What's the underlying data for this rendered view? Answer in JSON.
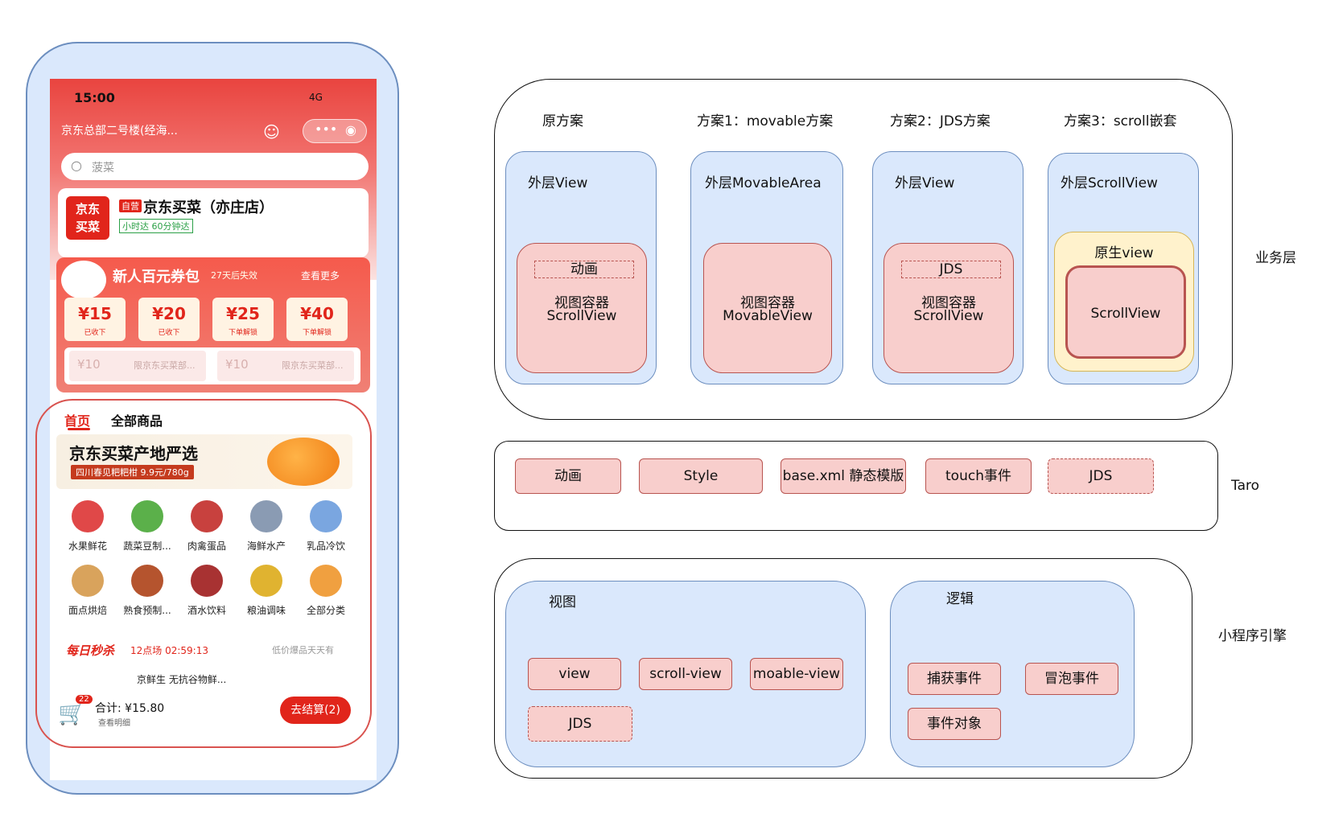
{
  "phone": {
    "time": "15:00",
    "network": "4G",
    "location": "京东总部二号楼(经海...",
    "search_placeholder": "菠菜",
    "store": {
      "logo_line1": "京东",
      "logo_line2": "买菜",
      "self_badge": "自营",
      "name": "京东买菜（亦庄店）",
      "delivery_tag": "小时达 60分钟达"
    },
    "coupon_pack": {
      "title": "新人百元券包",
      "subtitle": "27天后失效",
      "more": "查看更多",
      "coupons": [
        {
          "amount": "¥15",
          "label": "已收下"
        },
        {
          "amount": "¥20",
          "label": "已收下"
        },
        {
          "amount": "¥25",
          "label": "下单解锁"
        },
        {
          "amount": "¥40",
          "label": "下单解锁"
        }
      ],
      "expired": [
        {
          "amount": "¥10",
          "text": "限京东买菜部..."
        },
        {
          "amount": "¥10",
          "text": "限京东买菜部..."
        }
      ]
    },
    "tabs": [
      "首页",
      "全部商品"
    ],
    "banner": {
      "title": "京东买菜产地严选",
      "subtitle": "四川春见粑粑柑 9.9元/780g"
    },
    "categories": [
      {
        "label": "水果鲜花",
        "color": "#e04848"
      },
      {
        "label": "蔬菜豆制...",
        "color": "#5bb04a"
      },
      {
        "label": "肉禽蛋品",
        "color": "#c8413e"
      },
      {
        "label": "海鲜水产",
        "color": "#8a9bb3"
      },
      {
        "label": "乳品冷饮",
        "color": "#7aa6e0"
      },
      {
        "label": "面点烘焙",
        "color": "#d9a35c"
      },
      {
        "label": "熟食预制...",
        "color": "#b5542e"
      },
      {
        "label": "酒水饮料",
        "color": "#a83232"
      },
      {
        "label": "粮油调味",
        "color": "#e0b330"
      },
      {
        "label": "全部分类",
        "color": "#f0a040"
      }
    ],
    "flash_sale": {
      "title": "每日秒杀",
      "time": "12点场 02:59:13",
      "more": "低价爆品天天有"
    },
    "product_name": "京鲜生 无抗谷物鲜...",
    "cart": {
      "badge": "22",
      "total": "合计: ¥15.80",
      "detail": "查看明细",
      "checkout": "去结算(2)"
    }
  },
  "diagram": {
    "business_layer": {
      "label": "业务层",
      "columns": [
        {
          "title": "原方案",
          "outer": "外层View",
          "dashed": "动画",
          "inner_line1": "视图容器",
          "inner_line2": "ScrollView"
        },
        {
          "title": "方案1：movable方案",
          "outer": "外层MovableArea",
          "inner_line1": "视图容器",
          "inner_line2": "MovableView"
        },
        {
          "title": "方案2：JDS方案",
          "outer": "外层View",
          "dashed": "JDS",
          "inner_line1": "视图容器",
          "inner_line2": "ScrollView"
        },
        {
          "title": "方案3：scroll嵌套",
          "outer": "外层ScrollView",
          "native": "原生view",
          "inner": "ScrollView"
        }
      ]
    },
    "taro_layer": {
      "label": "Taro",
      "items": [
        "动画",
        "Style",
        "base.xml 静态模版",
        "touch事件",
        "JDS"
      ]
    },
    "engine_layer": {
      "label": "小程序引擎",
      "view": {
        "title": "视图",
        "items": [
          "view",
          "scroll-view",
          "moable-view",
          "JDS"
        ]
      },
      "logic": {
        "title": "逻辑",
        "items": [
          "捕获事件",
          "冒泡事件",
          "事件对象"
        ]
      }
    }
  }
}
